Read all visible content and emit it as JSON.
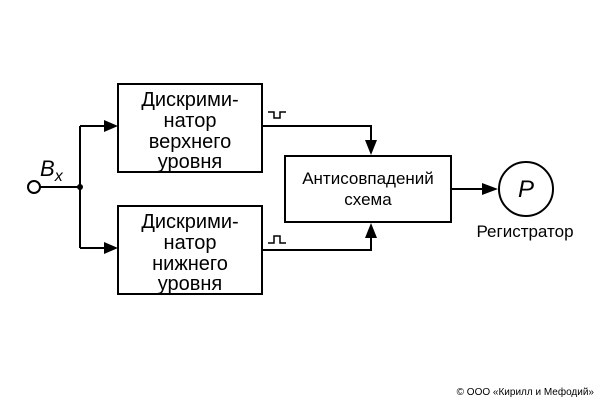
{
  "input": {
    "label_main": "B",
    "label_sub": "x"
  },
  "discriminator_upper": {
    "lines": [
      "Дискрими-",
      "натор",
      "верхнего",
      "уровня"
    ],
    "pulse": "negative"
  },
  "discriminator_lower": {
    "lines": [
      "Дискрими-",
      "натор",
      "нижнего",
      "уровня"
    ],
    "pulse": "positive"
  },
  "anticoincidence": {
    "lines": [
      "Антисовпадений",
      "схема"
    ]
  },
  "registrator": {
    "symbol": "P",
    "label": "Регистратор"
  },
  "copyright": "© ООО «Кирилл и Мефодий»"
}
